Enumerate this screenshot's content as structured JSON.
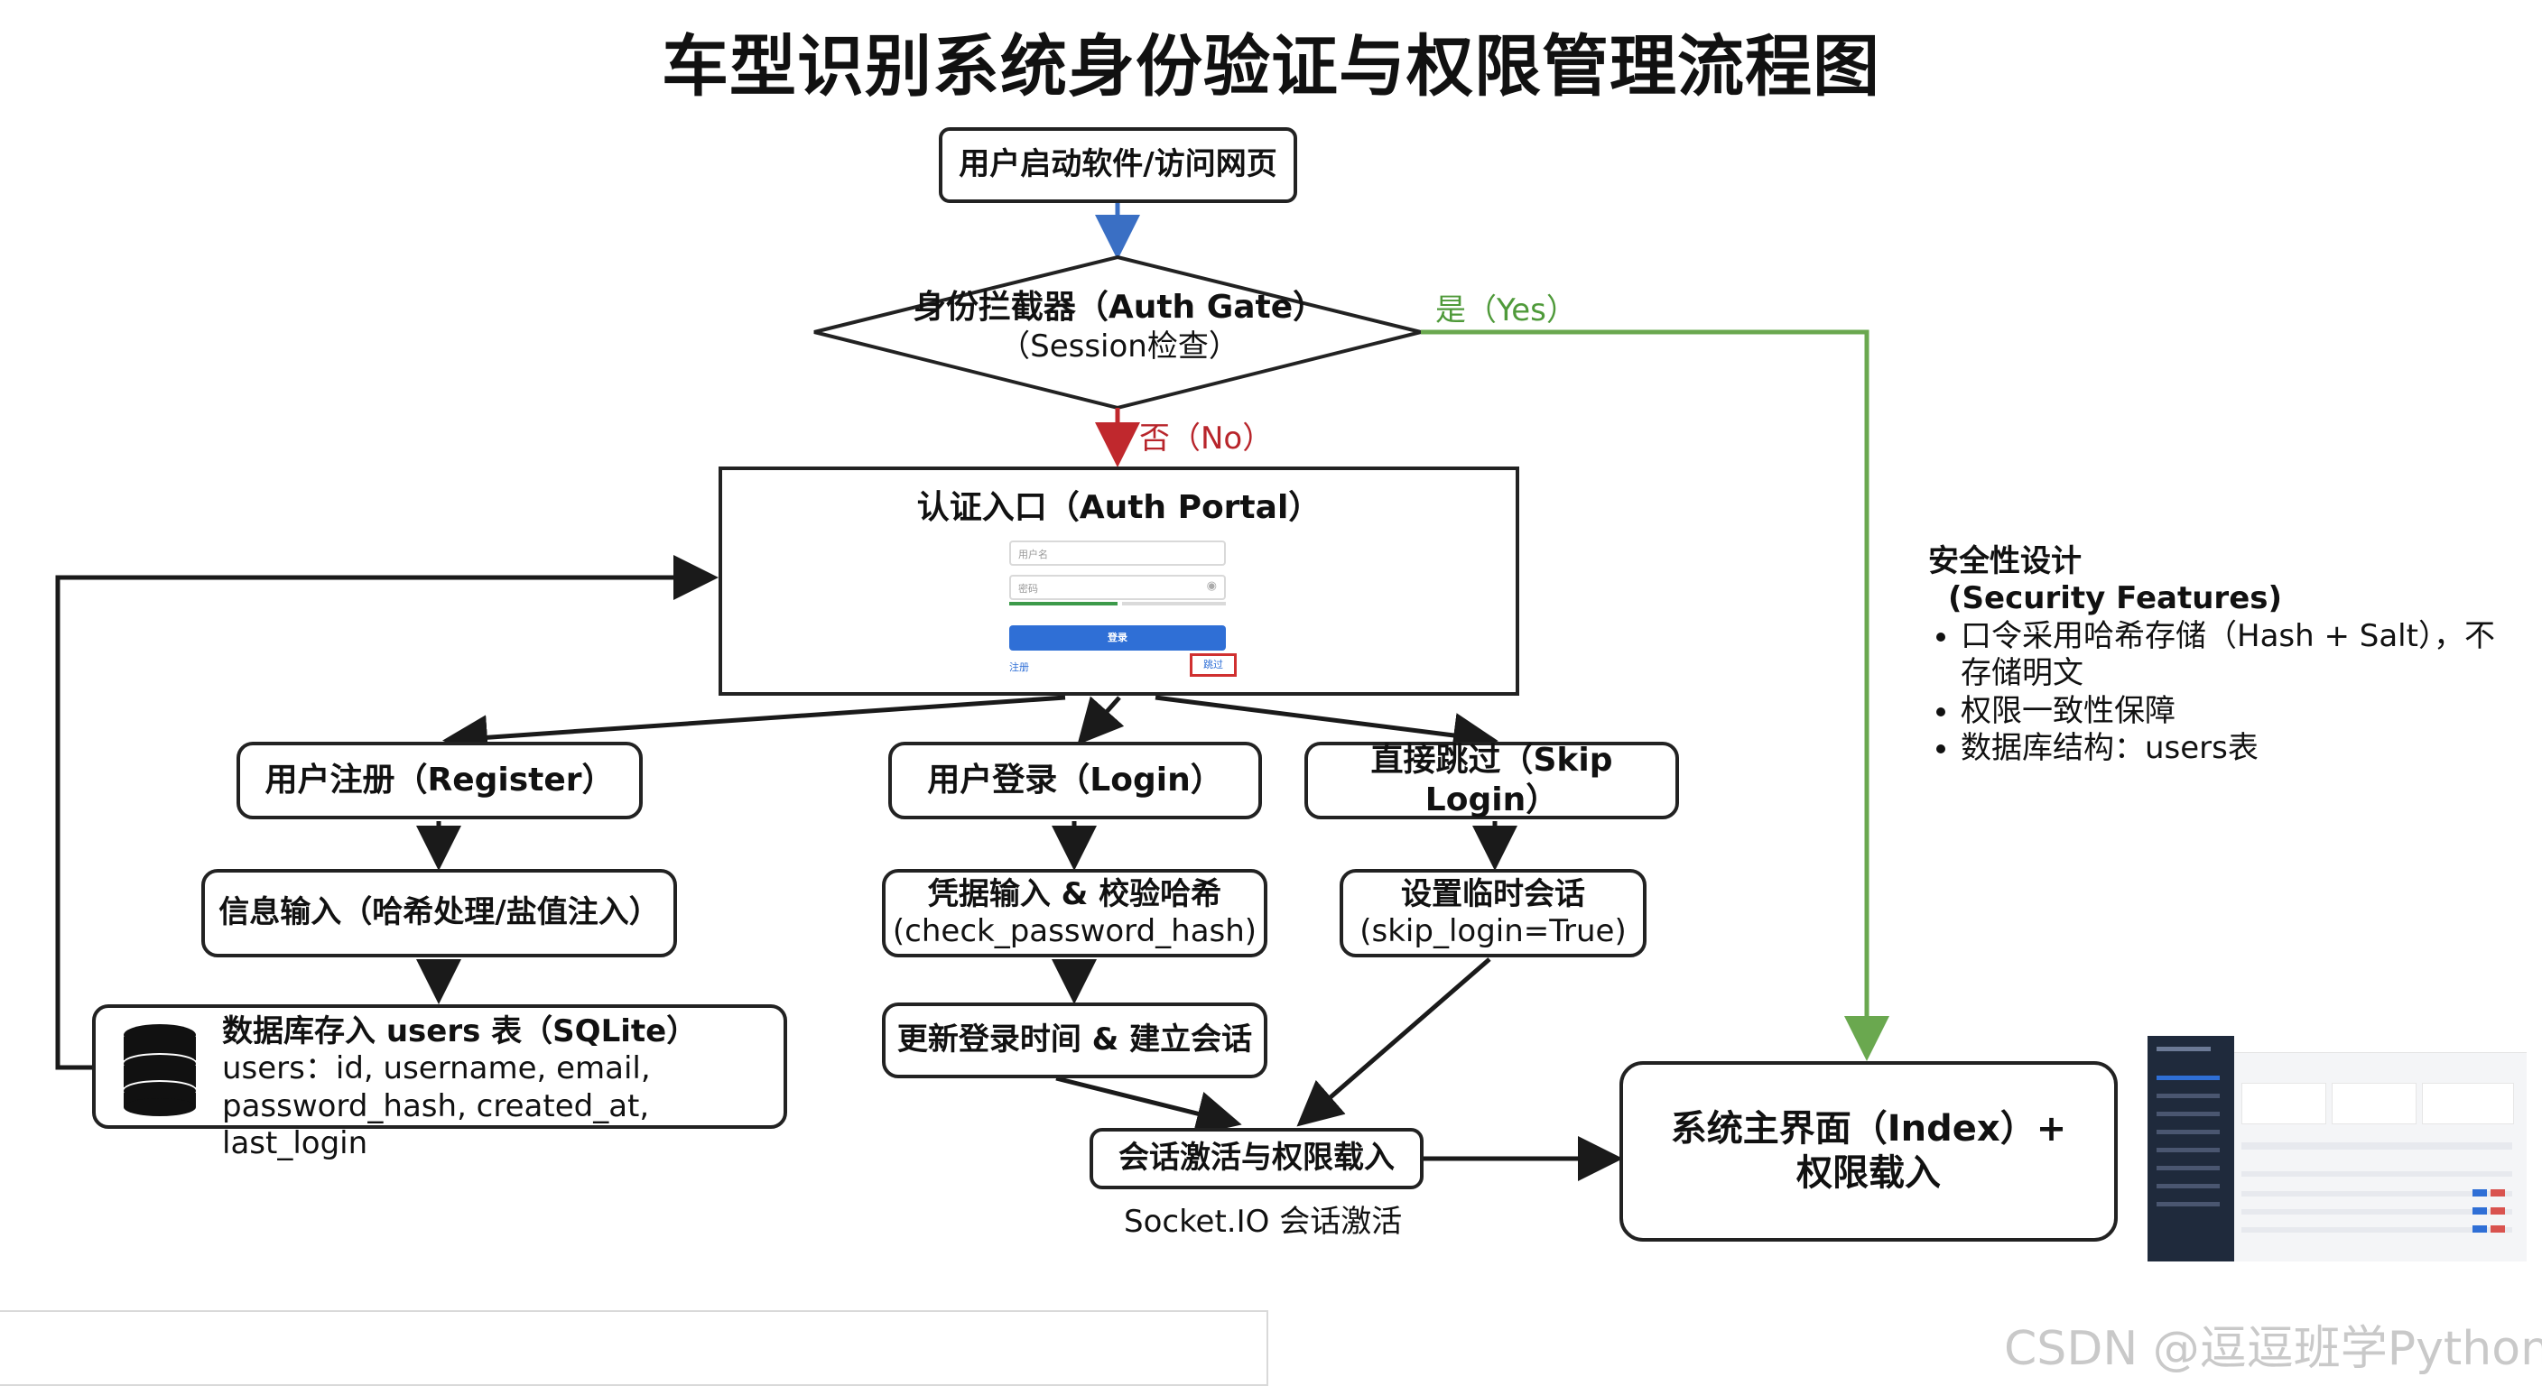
{
  "title": "车型识别系统身份验证与权限管理流程图",
  "nodes": {
    "start": "用户启动软件/访问网页",
    "auth_gate": {
      "line1": "身份拦截器（Auth Gate）",
      "line2": "（Session检查）"
    },
    "yes_label": "是（Yes）",
    "no_label": "否（No）",
    "auth_portal": "认证入口（Auth Portal）",
    "register": "用户注册（Register）",
    "login": "用户登录（Login）",
    "skip": "直接跳过（Skip Login）",
    "info_input": "信息输入（哈希处理/盐值注入）",
    "cred_input": {
      "line1": "凭据输入 & 校验哈希",
      "line2": "(check_password_hash)"
    },
    "temp_session": {
      "line1": "设置临时会话",
      "line2": "(skip_login=True)"
    },
    "db_store": {
      "line1": "数据库存入 users 表（SQLite）",
      "line2": "users：id, username, email,",
      "line3": "password_hash, created_at, last_login"
    },
    "update_login": "更新登录时间 & 建立会话",
    "session_activate": "会话激活与权限载入",
    "socketio": "Socket.IO 会话激活",
    "main_ui": {
      "line1": "系统主界面（Index）+",
      "line2": "权限载入"
    }
  },
  "login_form": {
    "username_placeholder": "用户名",
    "password_placeholder": "密码",
    "login_button": "登录",
    "register_link": "注册",
    "skip_link": "跳过"
  },
  "security": {
    "title": "安全性设计",
    "subtitle": "(Security Features)",
    "items": [
      "口令采用哈希存储（Hash + Salt），不存储明文",
      "权限一致性保障",
      "数据库结构：users表"
    ]
  },
  "watermark": "CSDN @逗逗班学Python",
  "colors": {
    "blue_arrow": "#3a6fc4",
    "red_arrow": "#c0282d",
    "green_arrow": "#6aa84f",
    "black": "#1a1a1a",
    "yes_text": "#4f9a3a",
    "no_text": "#b8252b"
  },
  "icons": {
    "database": "database-icon",
    "eye": "eye-icon",
    "dashboard_thumbnail": "dashboard-thumbnail"
  }
}
